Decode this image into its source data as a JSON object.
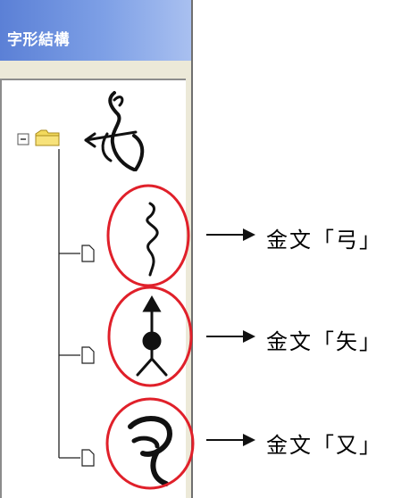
{
  "panel": {
    "title": "字形結構"
  },
  "tree": {
    "root": {
      "icon": "folder-icon",
      "expander": "minus"
    },
    "children": [
      {
        "icon": "document-icon",
        "glyph": "金文弓"
      },
      {
        "icon": "document-icon",
        "glyph": "金文矢"
      },
      {
        "icon": "document-icon",
        "glyph": "金文又"
      }
    ]
  },
  "annotations": [
    {
      "label": "金文「弓」"
    },
    {
      "label": "金文「矢」"
    },
    {
      "label": "金文「又」"
    }
  ],
  "colors": {
    "title_gradient_start": "#5b80d6",
    "title_gradient_end": "#a9c0f0",
    "highlight_circle": "#e0202a",
    "folder": "#f2d95c"
  }
}
